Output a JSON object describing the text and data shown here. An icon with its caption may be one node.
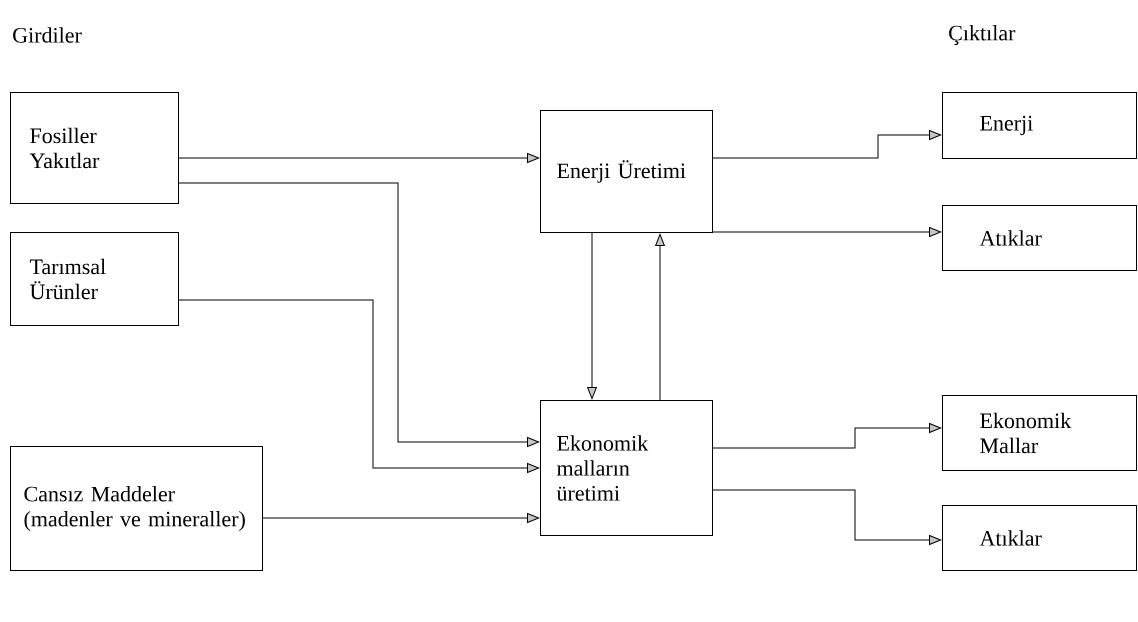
{
  "diagram": {
    "nodes": [
      {
        "text": [
          "Fosiller Yakıtlar"
        ]
      },
      {
        "text": [
          "Tarımsal Ürünler"
        ]
      },
      {
        "text": [
          "Cansız Maddeler (madenler ve mineraller)"
        ]
      },
      {
        "text": [
          "Enerji Üretimi"
        ]
      },
      {
        "text": [
          "Ekonomik malların üretimi"
        ]
      },
      {
        "text": [
          "Enerji"
        ]
      },
      {
        "text": [
          "Atıklar"
        ]
      },
      {
        "text": [
          "Ekonomik Mallar"
        ]
      },
      {
        "text": [
          "Atıklar"
        ]
      }
    ],
    "edges": [
      {
        "from": 0,
        "to": 3,
        "arrow": "to"
      },
      {
        "from": 0,
        "to": 4,
        "arrow": "to"
      },
      {
        "from": 1,
        "to": 4,
        "arrow": "to"
      },
      {
        "from": 2,
        "to": 4,
        "arrow": "to"
      },
      {
        "from": 3,
        "to": 4,
        "arrow": "to"
      },
      {
        "from": 4,
        "to": 3,
        "arrow": "to"
      },
      {
        "from": 3,
        "to": 5,
        "arrow": "to"
      },
      {
        "from": 3,
        "to": 6,
        "arrow": "to"
      },
      {
        "from": 4,
        "to": 7,
        "arrow": "to"
      },
      {
        "from": 4,
        "to": 8,
        "arrow": "to"
      }
    ],
    "labels": [
      "Girdiler",
      "Çıktılar"
    ]
  }
}
